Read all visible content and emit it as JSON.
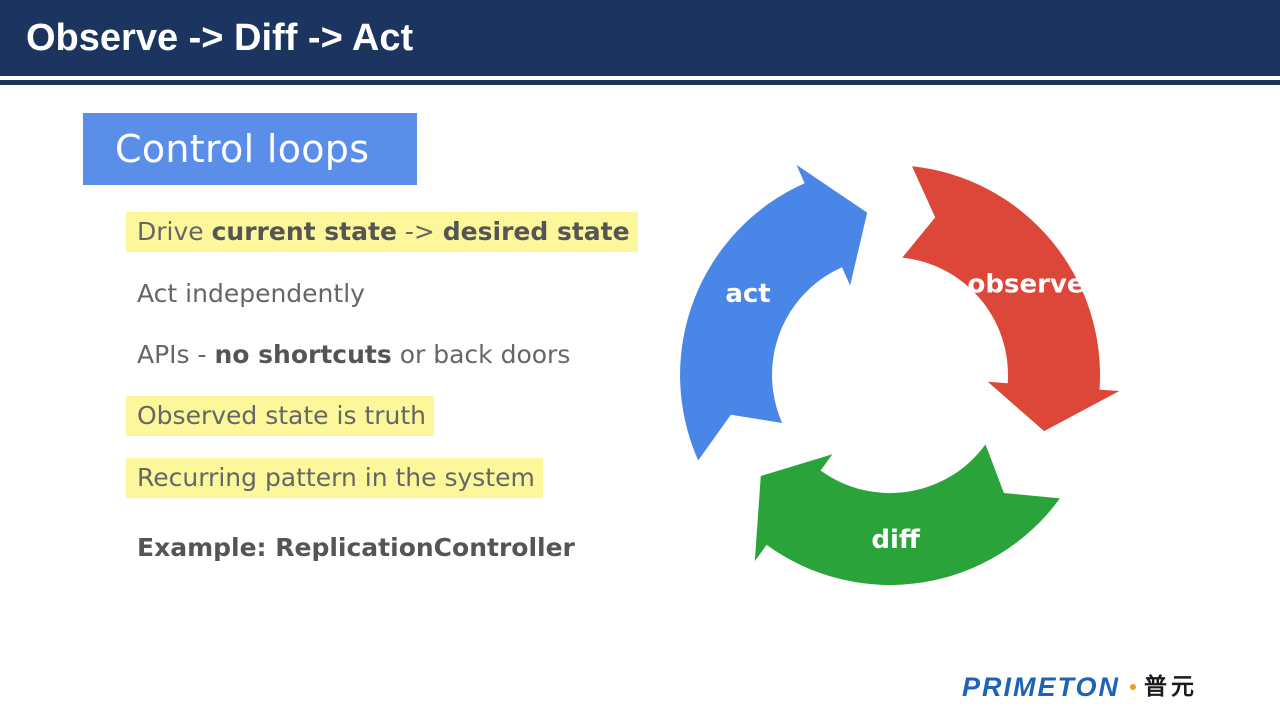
{
  "header": {
    "title": "Observe -> Diff -> Act"
  },
  "section": {
    "title": "Control loops"
  },
  "bullets": [
    {
      "parts": [
        {
          "text": "Drive ",
          "bold": false
        },
        {
          "text": "current state",
          "bold": true
        },
        {
          "text": " -> ",
          "bold": false
        },
        {
          "text": "desired state",
          "bold": true
        }
      ],
      "highlighted": true
    },
    {
      "parts": [
        {
          "text": "Act independently",
          "bold": false
        }
      ],
      "highlighted": false
    },
    {
      "parts": [
        {
          "text": "APIs - ",
          "bold": false
        },
        {
          "text": "no shortcuts",
          "bold": true
        },
        {
          "text": " or back doors",
          "bold": false
        }
      ],
      "highlighted": false
    },
    {
      "parts": [
        {
          "text": "Observed state is truth",
          "bold": false
        }
      ],
      "highlighted": true
    },
    {
      "parts": [
        {
          "text": "Recurring pattern in the system",
          "bold": false
        }
      ],
      "highlighted": true
    },
    {
      "parts": [
        {
          "text": "Example: ReplicationController",
          "bold": true
        }
      ],
      "highlighted": false
    }
  ],
  "cycle": {
    "segments": [
      {
        "label": "observe",
        "color": "#dc473a"
      },
      {
        "label": "diff",
        "color": "#2aa33a"
      },
      {
        "label": "act",
        "color": "#4a86e8"
      }
    ]
  },
  "footer": {
    "logo_text": "PRIMETON",
    "logo_cn": "普元",
    "logo_color": "#1e63b5"
  },
  "colors": {
    "header_bg": "#1b3460",
    "section_bg": "#5a8ee8",
    "highlight": "#fcf79a",
    "body_text": "#666666"
  }
}
